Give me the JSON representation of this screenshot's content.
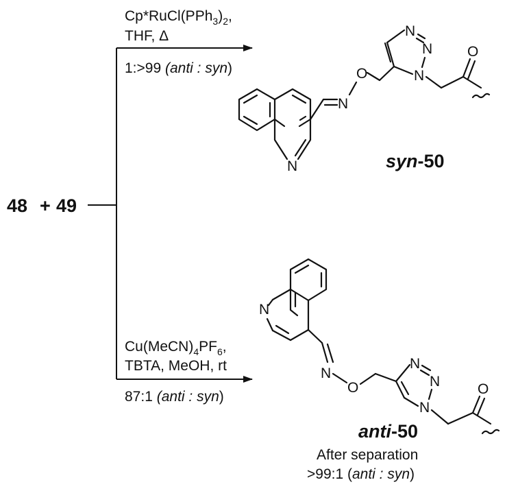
{
  "reactants": {
    "first": "48",
    "plus": "+",
    "second": "49"
  },
  "top_reaction": {
    "reagent_main": "Cp*RuCl(PPh",
    "reagent_sub": "3",
    "reagent_close": ")",
    "reagent_sub2": "2",
    "reagent_tail": ",",
    "conditions": "THF, Δ",
    "ratio_value": "1:>99",
    "ratio_paren_open": "(",
    "ratio_anti": "anti",
    "ratio_colon": " : ",
    "ratio_syn": "syn",
    "ratio_paren_close": ")"
  },
  "bottom_reaction": {
    "reagent_main": "Cu(MeCN)",
    "reagent_sub": "4",
    "reagent_mid": "PF",
    "reagent_sub2": "6",
    "reagent_tail": ",",
    "conditions": "TBTA, MeOH, rt",
    "ratio_value": "87:1",
    "ratio_paren_open": "(",
    "ratio_anti": "anti",
    "ratio_colon": " : ",
    "ratio_syn": "syn",
    "ratio_paren_close": ")"
  },
  "products": {
    "syn": {
      "prefix": "syn",
      "number": "-50"
    },
    "anti": {
      "prefix": "anti",
      "number": "-50"
    }
  },
  "separation_note": {
    "line1": "After separation",
    "ratio_value": ">99:1",
    "paren_open": "(",
    "anti": "anti",
    "colon": " : ",
    "syn": "syn",
    "paren_close": ")"
  },
  "atoms": {
    "N": "N",
    "O": "O"
  }
}
